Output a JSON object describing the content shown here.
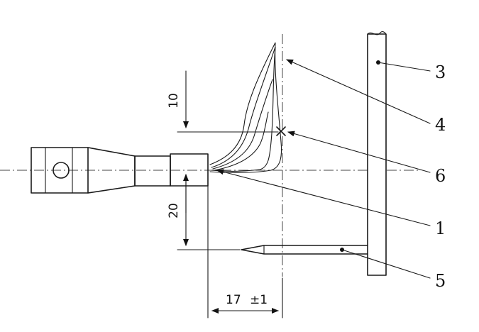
{
  "dimensions": {
    "top_offset": "10",
    "bottom_offset": "20",
    "horizontal_distance": "17",
    "tolerance": "±1"
  },
  "callouts": [
    "3",
    "4",
    "6",
    "1",
    "5"
  ]
}
